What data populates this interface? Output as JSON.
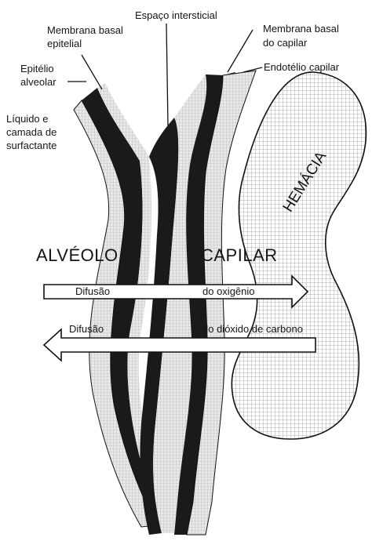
{
  "labels": {
    "espaco_intersticial": "Espaço intersticial",
    "membrana_basal_epitelial_1": "Membrana basal",
    "membrana_basal_epitelial_2": "epitelial",
    "membrana_basal_capilar_1": "Membrana basal",
    "membrana_basal_capilar_2": "do capilar",
    "epitelio_alveolar_1": "Epitélio",
    "epitelio_alveolar_2": "alveolar",
    "endotelio_capilar": "Endotélio capilar",
    "liquido_1": "Líquido e",
    "liquido_2": "camada de",
    "liquido_3": "surfactante",
    "alveolo": "ALVÉOLO",
    "capilar": "CAPILAR",
    "hemacia": "HEMÁCIA",
    "difusao_o2_left": "Difusão",
    "difusao_o2_right": "do oxigênio",
    "difusao_co2_left": "Difusão",
    "difusao_co2_right": "do dióxido de carbono"
  },
  "colors": {
    "membrane": "#1a1a1a",
    "hatch_fill": "#d9d9d9",
    "line": "#111111",
    "background": "#ffffff"
  }
}
